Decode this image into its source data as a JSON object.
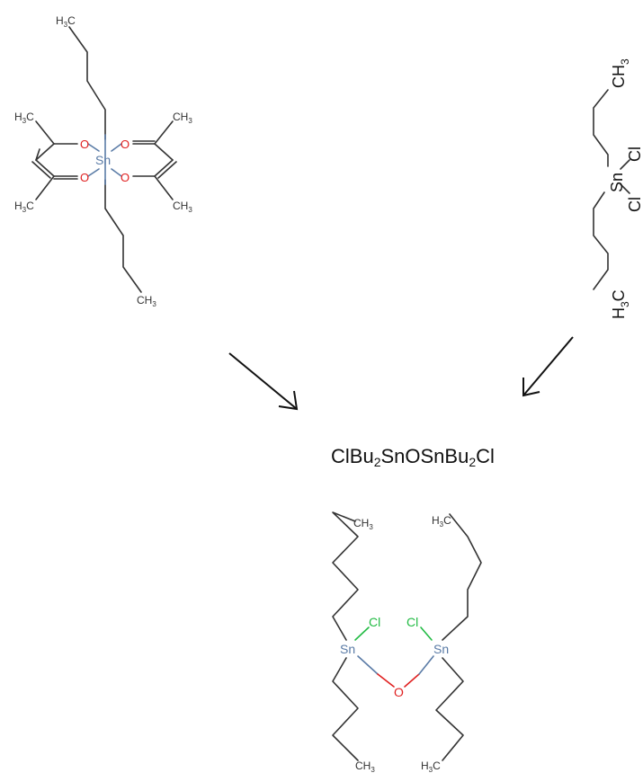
{
  "molecule_left": {
    "atoms": {
      "tin": "Sn",
      "oxygen": "O",
      "methyl_h": "H",
      "methyl_c": "C",
      "methyl_sub": "3"
    }
  },
  "molecule_right": {
    "atoms": {
      "tin": "Sn",
      "chlorine": "Cl",
      "methyl_top": "CH",
      "methyl_sub": "3",
      "methyl_bottom_h": "H",
      "methyl_bottom_c": "C"
    }
  },
  "product_formula": {
    "part1": "ClBu",
    "sub1": "2",
    "part2": "SnOSnBu",
    "sub2": "2",
    "part3": "Cl"
  },
  "molecule_product": {
    "atoms": {
      "tin": "Sn",
      "oxygen": "O",
      "chlorine": "Cl",
      "methyl_ch": "CH",
      "methyl_hc_h": "H",
      "methyl_hc_c": "C",
      "methyl_sub": "3"
    }
  },
  "colors": {
    "tin": "#5a7ba6",
    "oxygen": "#e02020",
    "chlorine": "#22bb44",
    "carbon": "#333333"
  }
}
